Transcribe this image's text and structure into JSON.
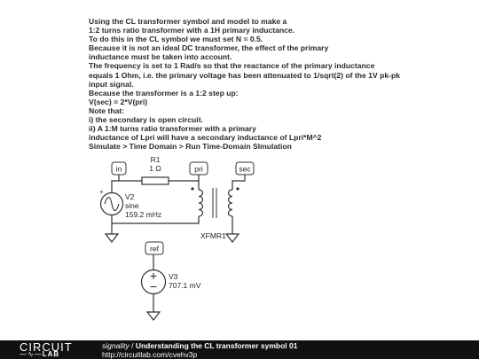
{
  "description": [
    "Using the CL transformer symbol and model to make a",
    "1:2 turns ratio transformer with a 1H primary inductance.",
    "To do this in the CL symbol we must set N = 0.5.",
    "Because it is not an ideal DC transformer, the effect of the primary",
    "inductance must be taken into account.",
    "The frequency is set to 1 Rad/s so that the reactance of the primary inductance",
    "equals 1 Ohm, i.e. the primary voltage has been attenuated to 1/sqrt(2) of the 1V pk-pk",
    "input signal.",
    "Because the transformer is a 1:2 step up:",
    "V(sec) = 2*V(pri)",
    "Note that:",
    "i) the secondary is open circuit.",
    "ii) A 1:M turns ratio transformer with a primary",
    "inductance of Lpri will have a secondary inductance of Lpri*M^2",
    "Simulate > Time Domain > Run Time-Domain SImulation"
  ],
  "schematic": {
    "nodes": {
      "in": "in",
      "pri": "pri",
      "sec": "sec",
      "ref": "ref"
    },
    "r1": {
      "name": "R1",
      "value": "1 Ω"
    },
    "v2": {
      "name": "V2",
      "type": "sine",
      "freq": "159.2 mHz"
    },
    "xfmr": {
      "name": "XFMR1"
    },
    "v3": {
      "name": "V3",
      "value": "707.1 mV"
    },
    "colors": {
      "wire": "#333333",
      "tag_border": "#333333"
    }
  },
  "footer": {
    "logo_top": "CIRCUIT",
    "logo_bottom": "LAB",
    "author": "signality",
    "separator": " / ",
    "title": "Understanding the CL transformer symbol 01",
    "url": "http://circuitlab.com/cvehv3p",
    "background": "#111111"
  }
}
